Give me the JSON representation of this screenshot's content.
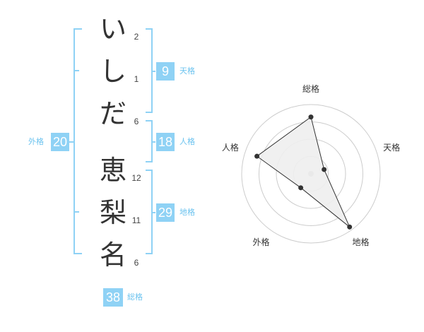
{
  "name": {
    "chars": [
      {
        "char": "い",
        "strokes": "2"
      },
      {
        "char": "し",
        "strokes": "1"
      },
      {
        "char": "だ",
        "strokes": "6"
      },
      {
        "char": "恵",
        "strokes": "12"
      },
      {
        "char": "梨",
        "strokes": "11"
      },
      {
        "char": "名",
        "strokes": "6"
      }
    ]
  },
  "kakusu": {
    "tenkaku": {
      "value": "9",
      "label": "天格"
    },
    "jinkaku": {
      "value": "18",
      "label": "人格"
    },
    "chikaku": {
      "value": "29",
      "label": "地格"
    },
    "gaikaku": {
      "value": "20",
      "label": "外格"
    },
    "soukaku": {
      "value": "38",
      "label": "総格"
    }
  },
  "radar": {
    "axes": [
      "総格",
      "天格",
      "地格",
      "外格",
      "人格"
    ],
    "values": [
      0.82,
      0.2,
      0.95,
      0.25,
      0.82
    ],
    "max": 1,
    "rings": 4,
    "colors": {
      "fill": "#eeeeee",
      "stroke": "#333333",
      "grid": "#cccccc",
      "point": "#333333",
      "center": "#bbbbbb"
    }
  },
  "colors": {
    "accent": "#8fd2f5",
    "label": "#6cc3ef"
  }
}
